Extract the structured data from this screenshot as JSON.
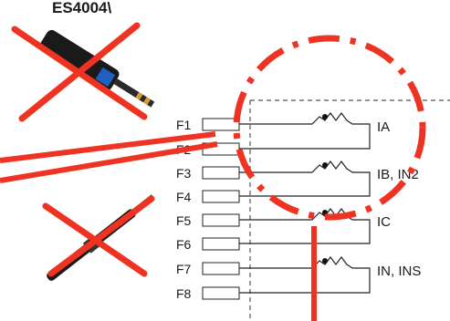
{
  "header_text": "ES4004\\",
  "terminals": [
    "F1",
    "F2",
    "F3",
    "F4",
    "F5",
    "F6",
    "F7",
    "F8"
  ],
  "channels": [
    "IA",
    "IB, IN2",
    "IC",
    "IN, INS"
  ],
  "colors": {
    "wire": "#222222",
    "red": "#ee3322",
    "probe_dark": "#1a1a1a",
    "probe_blue": "#1f5fbf",
    "probe_accent": "#d4a030"
  },
  "icons": {
    "probe_top": "clamp-probe-icon",
    "probe_bottom": "pen-probe-icon",
    "cross": "x-mark-icon"
  }
}
